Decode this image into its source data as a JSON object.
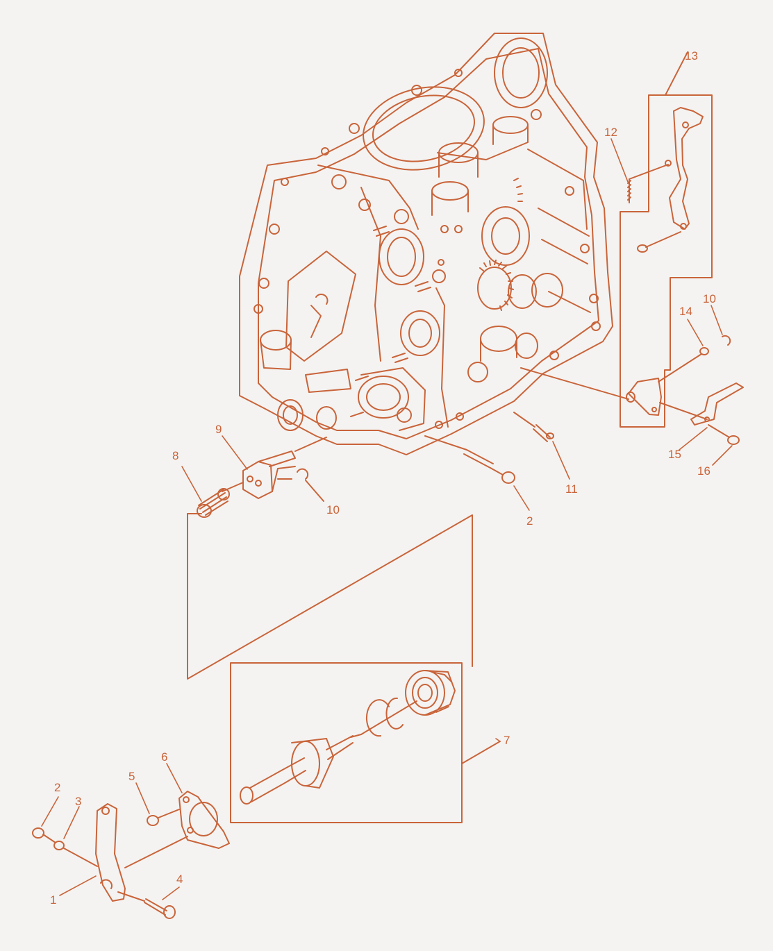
{
  "colors": {
    "background": "#f4f3f1",
    "linework": "#c9643a",
    "label_text": "#c9643a",
    "part_fill": "#f4f3f1"
  },
  "labels": [
    {
      "id": "1",
      "text": "1"
    },
    {
      "id": "2a",
      "text": "2"
    },
    {
      "id": "2b",
      "text": "2"
    },
    {
      "id": "3",
      "text": "3"
    },
    {
      "id": "4",
      "text": "4"
    },
    {
      "id": "5",
      "text": "5"
    },
    {
      "id": "6",
      "text": "6"
    },
    {
      "id": "7",
      "text": "7"
    },
    {
      "id": "8",
      "text": "8"
    },
    {
      "id": "9",
      "text": "9"
    },
    {
      "id": "10a",
      "text": "10"
    },
    {
      "id": "10b",
      "text": "10"
    },
    {
      "id": "11",
      "text": "11"
    },
    {
      "id": "12",
      "text": "12"
    },
    {
      "id": "13",
      "text": "13"
    },
    {
      "id": "14",
      "text": "14"
    },
    {
      "id": "15",
      "text": "15"
    },
    {
      "id": "16",
      "text": "16"
    }
  ]
}
